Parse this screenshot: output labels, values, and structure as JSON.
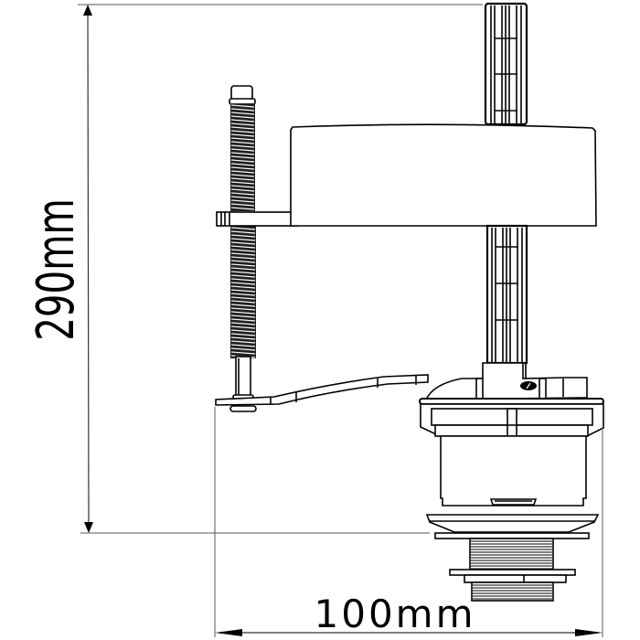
{
  "diagram": {
    "type": "technical-drawing",
    "subject": "toilet cistern fill valve side elevation",
    "dimensions": {
      "height": {
        "label": "290mm",
        "orientation": "vertical"
      },
      "width": {
        "label": "100mm",
        "orientation": "horizontal"
      }
    },
    "colors": {
      "line": "#000000",
      "background": "#ffffff",
      "extension_line": "#555555"
    }
  }
}
